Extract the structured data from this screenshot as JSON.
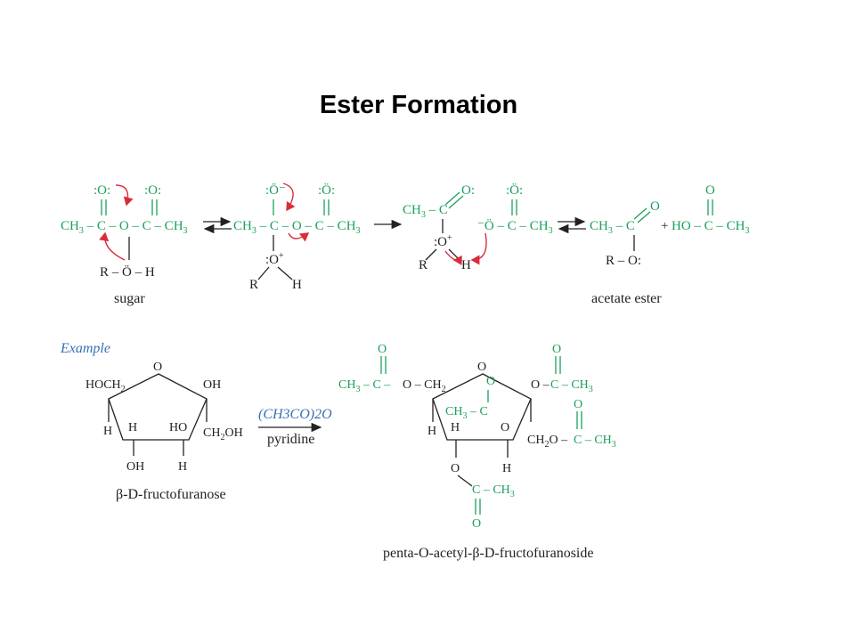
{
  "title": "Ester Formation",
  "mechanism": {
    "sugar_caption": "sugar",
    "product_caption": "acetate ester",
    "plus": "+"
  },
  "example": {
    "label": "Example",
    "reagent_line1": "(CH3CO)2O",
    "reagent_line2": "pyridine",
    "reactant_caption": "β-D-fructofuranose",
    "product_caption": "penta-O-acetyl-β-D-fructofuranoside"
  },
  "colors": {
    "carbonyl_green": "#1aa05a",
    "arrow_red": "#d92d3b",
    "example_blue": "#3a6fb5"
  }
}
